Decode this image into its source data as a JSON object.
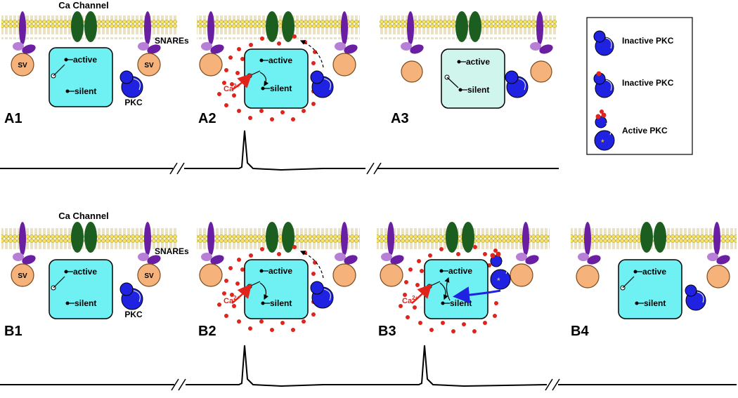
{
  "colors": {
    "membrane": "#f7e45a",
    "membrane_edge": "#a8962a",
    "channel": "#1b5e20",
    "snare_dark": "#6a1fa2",
    "snare_light": "#b77fd6",
    "vesicle": "#f5b27a",
    "box_active": "#6ff0f2",
    "box_inactive": "#cff5ec",
    "pkc": "#1f22e0",
    "calcium": "#e0241c",
    "star": "#ffd23a"
  },
  "labels": {
    "ca_channel": "Ca Channel",
    "snares": "SNAREs",
    "sv": "SV",
    "pkc": "PKC",
    "active": "active",
    "silent": "silent",
    "ca": "Ca",
    "ca_sup": "2+"
  },
  "panels": {
    "A1": "A1",
    "A2": "A2",
    "A3": "A3",
    "B1": "B1",
    "B2": "B2",
    "B3": "B3",
    "B4": "B4"
  },
  "legend": {
    "item1": "Inactive PKC",
    "item2": "Inactive PKC",
    "item3": "Active PKC"
  }
}
